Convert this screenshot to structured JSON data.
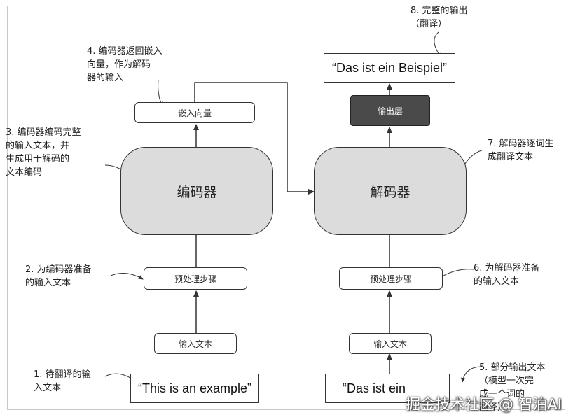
{
  "encoder": {
    "block_label": "编码器",
    "embedding_label": "嵌入向量",
    "preprocess_label": "预处理步骤",
    "input_label": "输入文本",
    "input_example": "“This is an example”"
  },
  "decoder": {
    "block_label": "解码器",
    "output_layer_label": "输出层",
    "preprocess_label": "预处理步骤",
    "input_label": "输入文本",
    "partial_output": "“Das ist ein",
    "final_output": "“Das ist ein Beispiel”"
  },
  "notes": {
    "n1": "1. 待翻译的输\n入文本",
    "n2": "2. 为编码器准备\n的输入文本",
    "n3": "3. 编码器编码完整\n的输入文本，并\n生成用于解码的\n文本编码",
    "n4": "4. 编码器返回嵌入\n向量，作为解码\n器的输入",
    "n5": "5. 部分输出文本\n（模型一次完\n成一个词的\n翻译）",
    "n6": "6. 为解码器准备\n的输入文本",
    "n7": "7. 解码器逐词生\n成翻译文本",
    "n8": "8. 完整的输出\n（翻译）"
  },
  "watermark": "掘金技术社区 @ 智泊AI",
  "colors": {
    "block_fill": "#dcdcdc",
    "output_layer_fill": "#4a4a4a",
    "line": "#333333"
  }
}
